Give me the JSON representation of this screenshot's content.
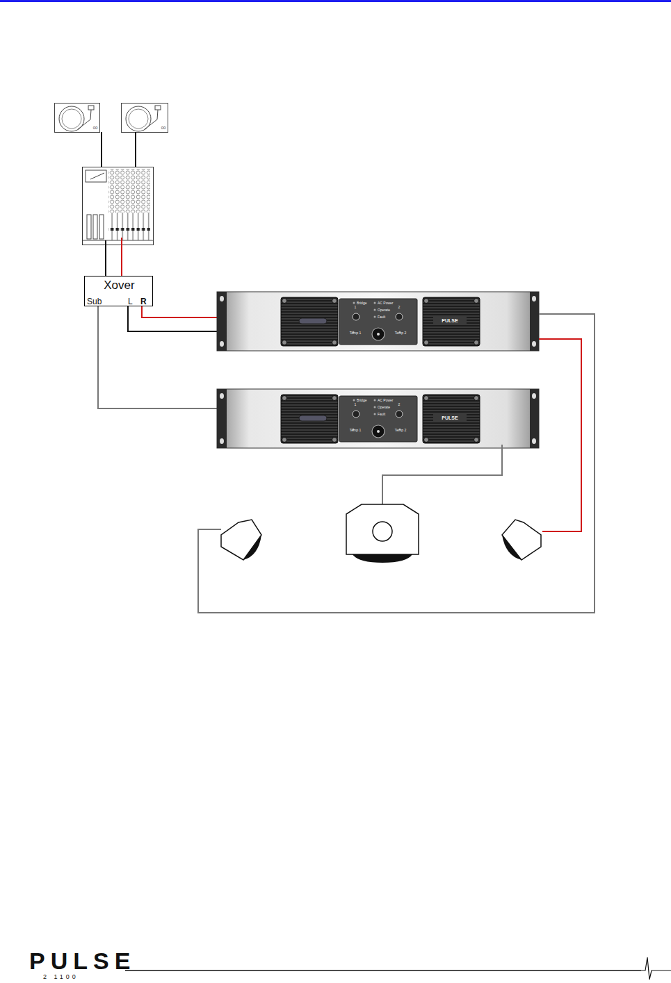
{
  "diagram": {
    "nodes": [
      {
        "text": [
          "Xover",
          "Sub",
          "L",
          "R"
        ]
      }
    ],
    "labels": [
      "00",
      "00",
      "Bridge",
      "AC Power",
      "Operate",
      "Fault",
      "1",
      "2",
      "Temp 1",
      "Temp 2",
      "PULSE",
      "Bridge",
      "AC Power",
      "Operate",
      "Fault",
      "1",
      "2",
      "Temp 1",
      "Temp 2",
      "PULSE",
      "PULSE",
      "2 1100"
    ]
  }
}
